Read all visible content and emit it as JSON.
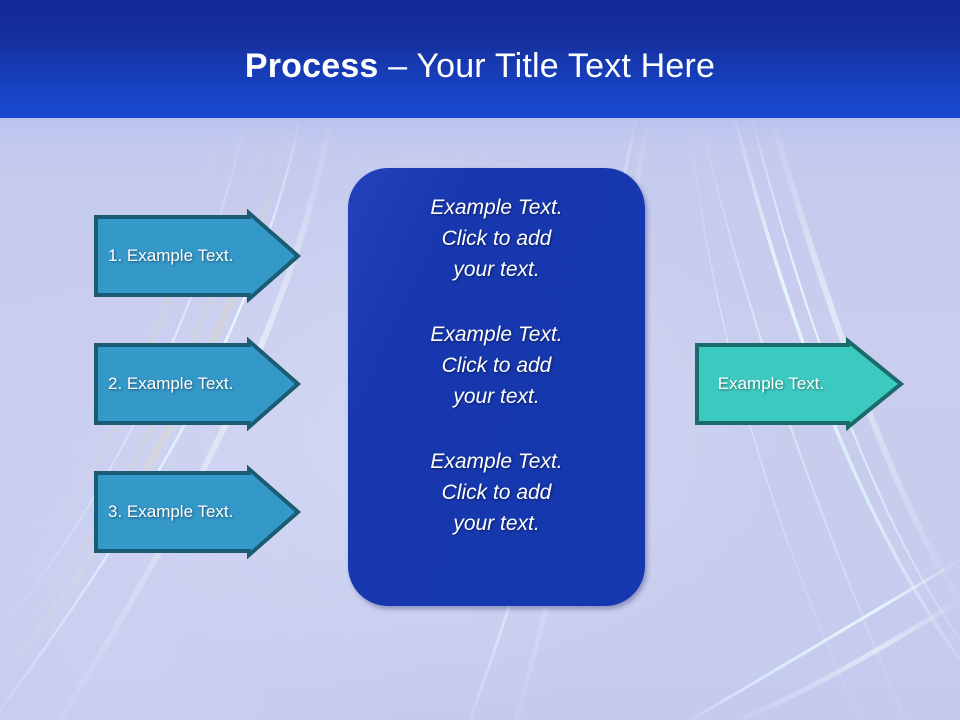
{
  "slide": {
    "title_bold": "Process",
    "title_rest": " – Your Title Text Here",
    "accent_header": "#1741bf",
    "accent_box": "#1538ae",
    "accent_arrow_left": "#3498c8",
    "accent_arrow_right": "#3ccac0",
    "arrow_border": "#1b5c74",
    "background_top": "#2a36c8",
    "background_bottom": "#c6cbee"
  },
  "left_arrows": [
    {
      "label": "1. Example Text."
    },
    {
      "label": "2. Example Text."
    },
    {
      "label": "3. Example Text."
    }
  ],
  "center": {
    "blocks": [
      "Example Text.\nClick  to add\nyour text.",
      "Example Text.\nClick  to add\nyour text.",
      "Example Text.\nClick  to add\nyour text."
    ]
  },
  "right_arrow": {
    "label": "Example Text."
  }
}
